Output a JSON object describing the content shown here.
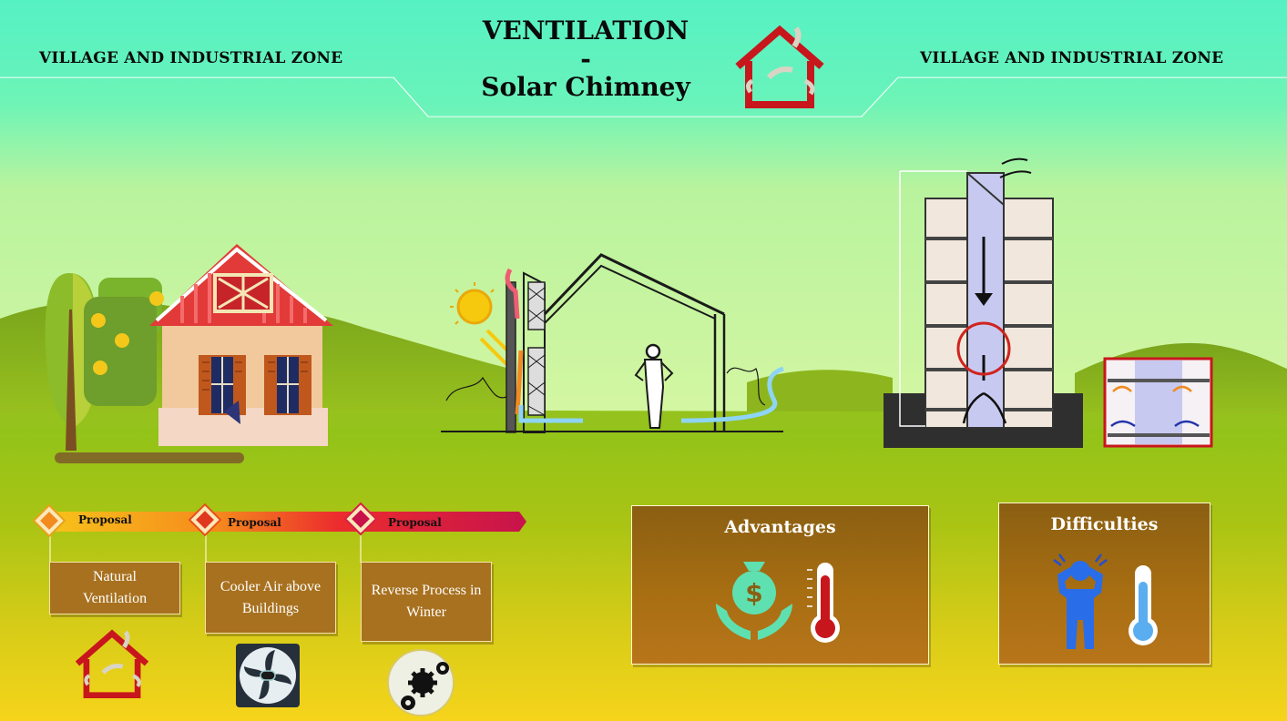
{
  "header": {
    "title_line1": "VENTILATION",
    "title_line2": "-",
    "title_line3": "Solar Chimney",
    "zone_left": "VILLAGE AND INDUSTRIAL ZONE",
    "zone_right": "VILLAGE AND INDUSTRIAL ZONE",
    "logo_icon": "house-airflow-icon"
  },
  "proposals": [
    {
      "tag": "Proposal",
      "text": "Natural Ventilation",
      "icon": "house-airflow-icon"
    },
    {
      "tag": "Proposal",
      "text": "Cooler Air above Buildings",
      "icon": "fan-icon"
    },
    {
      "tag": "Proposal",
      "text": "Reverse Process in Winter",
      "icon": "gears-icon"
    }
  ],
  "advantages": {
    "title": "Advantages",
    "icons": [
      "money-hands-icon",
      "thermometer-hot-icon"
    ]
  },
  "difficulties": {
    "title": "Difficulties",
    "icons": [
      "stressed-person-icon",
      "thermometer-cold-icon"
    ]
  },
  "colors": {
    "sky_top": "#52f2c4",
    "sky_bottom": "#c8f59a",
    "ground": "#9cbf1c",
    "ground_bottom": "#f4d11c",
    "brown_box": "#a8711f",
    "logo_red": "#c8161d"
  }
}
